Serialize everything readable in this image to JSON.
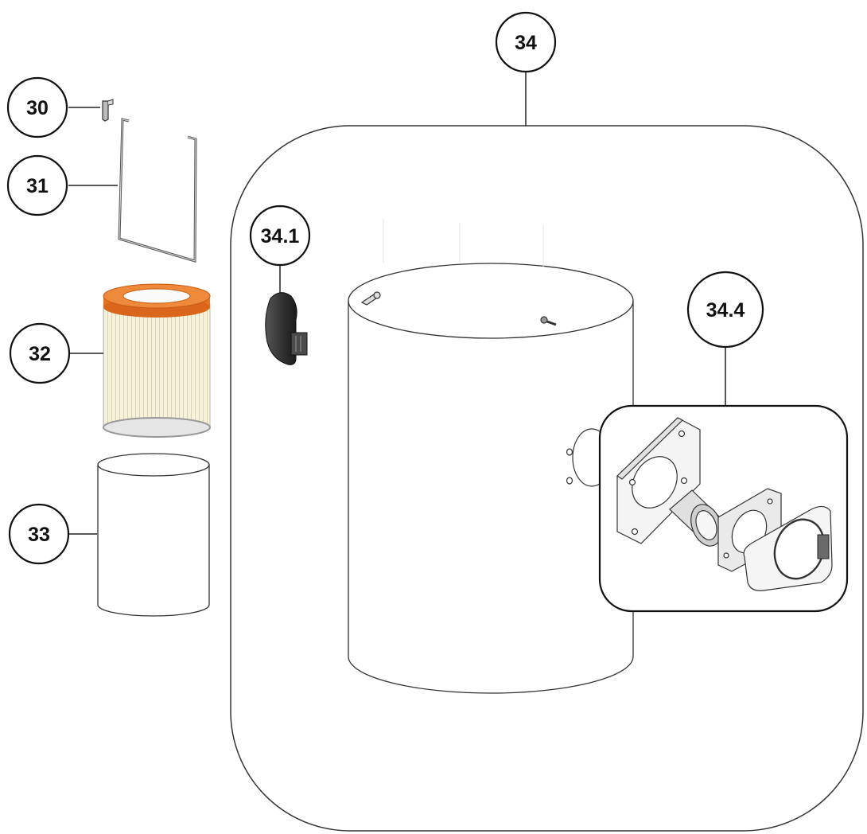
{
  "callouts": [
    {
      "id": "30",
      "label": "30"
    },
    {
      "id": "31",
      "label": "31"
    },
    {
      "id": "32",
      "label": "32"
    },
    {
      "id": "33",
      "label": "33"
    },
    {
      "id": "34",
      "label": "34"
    },
    {
      "id": "34.1",
      "label": "34.1"
    },
    {
      "id": "34.4",
      "label": "34.4"
    }
  ],
  "parts": [
    {
      "id": "30",
      "icon": "clip-icon"
    },
    {
      "id": "31",
      "icon": "wire-filter-bracket-icon"
    },
    {
      "id": "32",
      "icon": "pleated-cartridge-filter-icon"
    },
    {
      "id": "33",
      "icon": "filter-bag-cylinder-icon"
    },
    {
      "id": "34",
      "icon": "tank-drum-icon"
    },
    {
      "id": "34.1",
      "icon": "handle-icon"
    },
    {
      "id": "34.4",
      "icon": "inlet-port-assembly-icon"
    }
  ],
  "colors": {
    "outline": "#222222",
    "filter_cap": "#e8731f",
    "filter_pleats": "#f6f1da",
    "handle": "#3a3a3a",
    "background": "#ffffff"
  }
}
